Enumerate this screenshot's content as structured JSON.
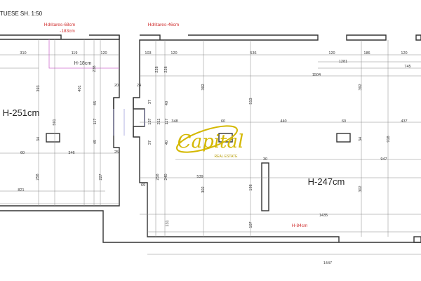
{
  "title": "TUESE SH. 1:50",
  "annotations": {
    "window_left": "Hdritares-68cm",
    "window_left_width": "-183cm",
    "window_right": "Hdritares-46cm",
    "left_room_height": "H-251cm",
    "right_room_height": "H-247cm",
    "bottom_sill": "H-84cm",
    "left_beam": "H-18cm"
  },
  "logo": {
    "name": "Capital",
    "tagline": "REAL ESTATE",
    "color": "#d4b800"
  },
  "dimensions": [
    "310",
    "119",
    "120",
    "103",
    "120",
    "536",
    "120",
    "186",
    "120",
    "1281",
    "745",
    "1504",
    "228",
    "228",
    "238",
    "393",
    "401",
    "392",
    "513",
    "392",
    "20",
    "24",
    "45",
    "117",
    "45",
    "37",
    "137",
    "37",
    "211",
    "117",
    "40",
    "40",
    "591",
    "348",
    "60",
    "440",
    "60",
    "437",
    "34",
    "34",
    "60",
    "346",
    "25",
    "30",
    "947",
    "918",
    "258",
    "227",
    "258",
    "240",
    "539",
    "198",
    "302",
    "302",
    "69",
    "821",
    "1435",
    "131",
    "107",
    "1447"
  ]
}
